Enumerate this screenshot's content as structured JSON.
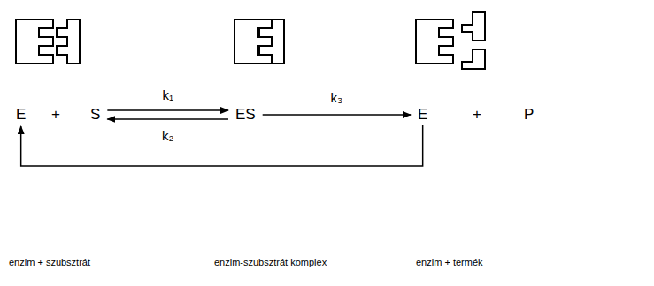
{
  "diagram": {
    "nodes": [
      {
        "text": [
          "E"
        ]
      },
      {
        "text": [
          "S"
        ]
      },
      {
        "text": [
          "ES"
        ]
      },
      {
        "text": [
          "E"
        ]
      },
      {
        "text": [
          "P"
        ]
      }
    ],
    "edges": [
      {
        "from": 1,
        "to": 2,
        "arrow": "to",
        "label": "k₁"
      },
      {
        "from": 2,
        "to": 1,
        "arrow": "to",
        "label": "k₂"
      },
      {
        "from": 2,
        "to": 3,
        "arrow": "to",
        "label": "k₃"
      },
      {
        "from": 3,
        "to": 0,
        "arrow": "to"
      }
    ],
    "labels": [
      "+",
      "+",
      "enzim + szubsztrát",
      "enzim-szubsztrát komplex",
      "enzim + termék"
    ]
  }
}
